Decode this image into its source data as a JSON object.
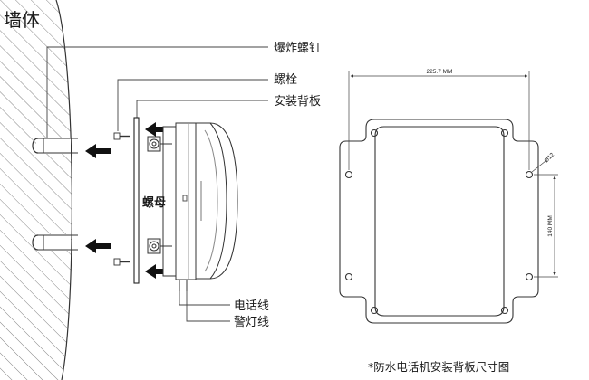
{
  "labels": {
    "wall": "墙体",
    "expansion_screw": "爆炸螺钉",
    "bolt": "螺栓",
    "backplate": "安装背板",
    "nut": "螺母",
    "phone_cable": "电话线",
    "lamp_cable": "警灯线"
  },
  "dimensions": {
    "width": "225.7 MM",
    "height": "140 MM",
    "hole": "Ø12"
  },
  "caption": "*防水电话机安装背板尺寸图"
}
